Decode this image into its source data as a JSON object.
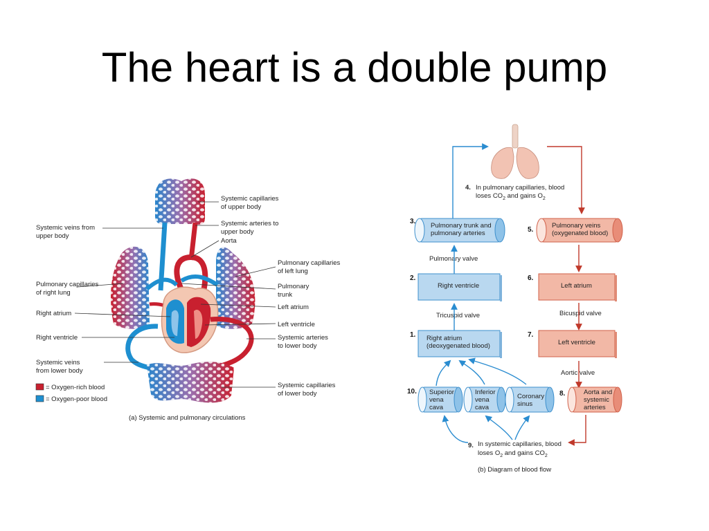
{
  "title": "The heart is a double pump",
  "panel_a": {
    "labels": {
      "cap_upper": [
        "Systemic capillaries",
        "of upper body"
      ],
      "veins_upper": [
        "Systemic veins from",
        "upper body"
      ],
      "arteries_upper": [
        "Systemic arteries to",
        "upper body"
      ],
      "aorta": [
        "Aorta"
      ],
      "pulm_cap_left": [
        "Pulmonary capillaries",
        "of left lung"
      ],
      "pulm_cap_right": [
        "Pulmonary capillaries",
        "of right lung"
      ],
      "pulm_trunk": [
        "Pulmonary",
        "trunk"
      ],
      "left_atrium": [
        "Left atrium"
      ],
      "right_atrium": [
        "Right atrium"
      ],
      "left_ventricle": [
        "Left ventricle"
      ],
      "right_ventricle": [
        "Right ventricle"
      ],
      "arteries_lower": [
        "Systemic arteries",
        "to lower body"
      ],
      "veins_lower": [
        "Systemic veins",
        "from lower body"
      ],
      "cap_lower": [
        "Systemic capillaries",
        "of lower body"
      ]
    },
    "legend": {
      "rich": "= Oxygen-rich blood",
      "poor": "= Oxygen-poor blood",
      "rich_color": "#c8202f",
      "poor_color": "#1e8fd0"
    },
    "caption": "(a) Systemic and pulmonary circulations"
  },
  "panel_b": {
    "step4": {
      "num": "4.",
      "line1": "In pulmonary capillaries, blood",
      "line2_pre": "loses CO",
      "line2_sub1": "2",
      "line2_mid": " and gains O",
      "line2_sub2": "2"
    },
    "step3": {
      "num": "3.",
      "lines": [
        "Pulmonary trunk and",
        "pulmonary arteries"
      ]
    },
    "step5": {
      "num": "5.",
      "lines": [
        "Pulmonary veins",
        "(oxygenated blood)"
      ]
    },
    "pulmonary_valve": "Pulmonary valve",
    "step2": {
      "num": "2.",
      "lines": [
        "Right ventricle"
      ]
    },
    "step6": {
      "num": "6.",
      "lines": [
        "Left atrium"
      ]
    },
    "tricuspid_valve": "Tricuspid valve",
    "bicuspid_valve": "Bicuspid valve",
    "step1": {
      "num": "1.",
      "lines": [
        "Right atrium",
        "(deoxygenated blood)"
      ]
    },
    "step7": {
      "num": "7.",
      "lines": [
        "Left ventricle"
      ]
    },
    "aortic_valve": "Aortic valve",
    "step10": {
      "num": "10."
    },
    "superior": [
      "Superior",
      "vena",
      "cava"
    ],
    "inferior": [
      "Inferior",
      "vena",
      "cava"
    ],
    "coronary": [
      "Coronary",
      "sinus"
    ],
    "step8": {
      "num": "8.",
      "lines": [
        "Aorta and",
        "systemic",
        "arteries"
      ]
    },
    "step9": {
      "num": "9.",
      "line1": "In systemic capillaries, blood",
      "line2_pre": "loses O",
      "line2_sub1": "2",
      "line2_mid": " and gains CO",
      "line2_sub2": "2"
    },
    "caption": "(b) Diagram of blood flow",
    "colors": {
      "blue_fill": "#b9d8f0",
      "blue_stroke": "#3d8fcc",
      "red_fill": "#f2b8a6",
      "red_stroke": "#d0604a",
      "arrow_blue": "#2a8cd0",
      "arrow_red": "#c0392b"
    }
  }
}
